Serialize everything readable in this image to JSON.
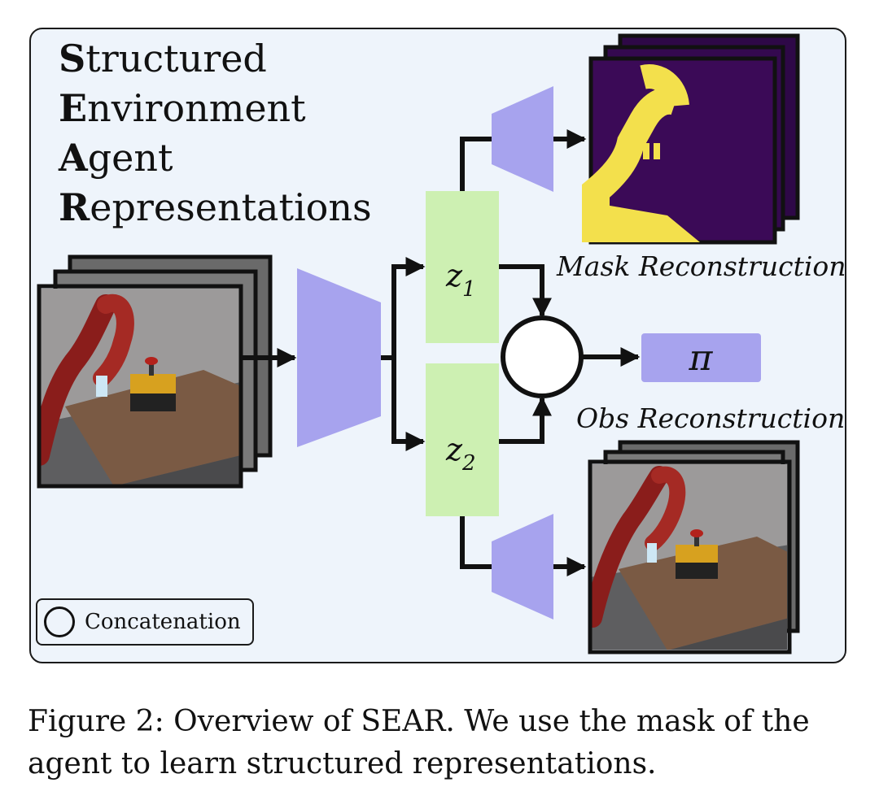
{
  "title": {
    "lines": [
      {
        "initial": "S",
        "rest": "tructured"
      },
      {
        "initial": "E",
        "rest": "nvironment"
      },
      {
        "initial": "A",
        "rest": "gent"
      },
      {
        "initial": "R",
        "rest": "epresentations"
      }
    ]
  },
  "nodes": {
    "z1": {
      "symbol": "z",
      "subscript": "1"
    },
    "z2": {
      "symbol": "z",
      "subscript": "2"
    },
    "policy": "π"
  },
  "labels": {
    "mask_reconstruction": "Mask Reconstruction",
    "obs_reconstruction": "Obs Reconstruction"
  },
  "legend": {
    "label": "Concatenation"
  },
  "caption": "Figure 2: Overview of SEAR. We use the mask of the agent to learn structured representations.",
  "colors": {
    "frame_bg": "#eef4fb",
    "encoder_decoder": "#a7a3ee",
    "latent": "#cdf0b2",
    "policy": "#a7a3ee",
    "mask_bg": "#3b0a57",
    "mask_fg": "#f3e04c"
  }
}
